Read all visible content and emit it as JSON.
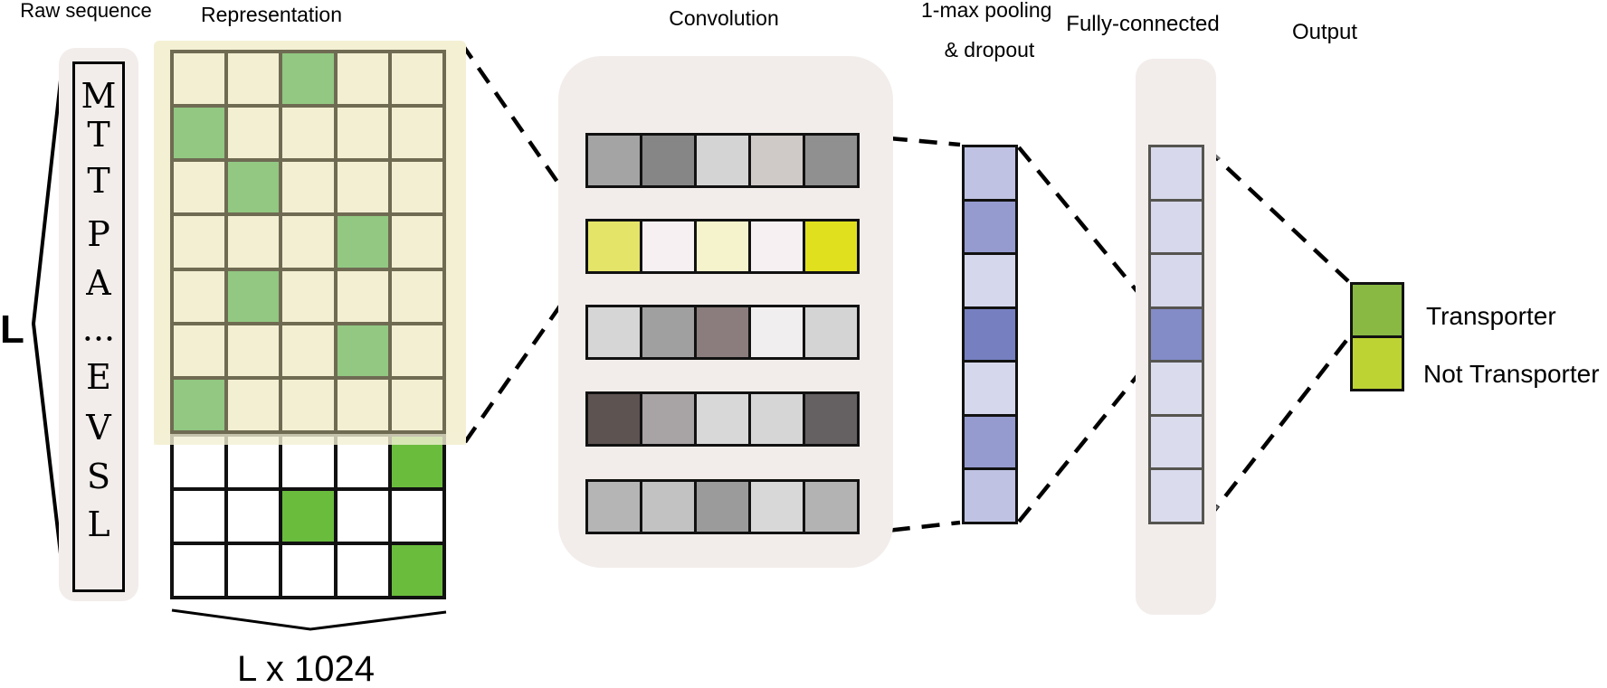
{
  "labels": {
    "raw_sequence": "Raw sequence",
    "representation": "Representation",
    "convolution": "Convolution",
    "pooling_line1": "1-max pooling",
    "pooling_line2": "& dropout",
    "fully_connected": "Fully-connected",
    "output": "Output",
    "length_symbol": "L",
    "dimension_label": "L x 1024"
  },
  "sequence": {
    "letters": [
      "M",
      "T",
      "T",
      "P",
      "A",
      "···",
      "E",
      "V",
      "S",
      "L"
    ]
  },
  "representation": {
    "upper_grid": {
      "rows": 7,
      "cols": 5,
      "green_cells": [
        [
          1,
          3
        ],
        [
          2,
          1
        ],
        [
          3,
          2
        ],
        [
          4,
          4
        ],
        [
          5,
          2
        ],
        [
          6,
          4
        ],
        [
          7,
          1
        ]
      ]
    },
    "lower_grid": {
      "rows": 3,
      "cols": 5,
      "green_cells": [
        [
          1,
          5
        ],
        [
          2,
          3
        ],
        [
          3,
          5
        ]
      ]
    }
  },
  "convolution": {
    "rows": [
      [
        "#a4a4a4",
        "#868686",
        "#d4d4d4",
        "#cfc9c7",
        "#909090"
      ],
      [
        "#e4e468",
        "#f7f0f2",
        "#f4f3cb",
        "#f7f0f2",
        "#e0e01e"
      ],
      [
        "#d6d6d6",
        "#a0a0a0",
        "#8b7d7d",
        "#f0eeee",
        "#d4d4d4"
      ],
      [
        "#5d5351",
        "#a8a3a4",
        "#d8d8d8",
        "#d6d6d6",
        "#656061"
      ],
      [
        "#b5b5b5",
        "#c2c2c2",
        "#9b9b9b",
        "#d8d8d8",
        "#b3b3b3"
      ]
    ]
  },
  "pooling": {
    "cells": [
      "#bfc2e2",
      "#959bce",
      "#d5d7ec",
      "#7680c0",
      "#d5d7ec",
      "#959bce",
      "#bfc2e2"
    ]
  },
  "fully_connected": {
    "cells": [
      "#d7d8eb",
      "#d7d8eb",
      "#d7d8eb",
      "#838cc7",
      "#dadbed",
      "#dadbed",
      "#dadbed"
    ]
  },
  "output": {
    "classes": [
      {
        "label": "Transporter",
        "color": "#89b843"
      },
      {
        "label": "Not Transporter",
        "color": "#bdd334"
      }
    ]
  },
  "colors": {
    "panel_bg": "#f2edeb",
    "yellow_bg": "#f4f0d4",
    "upper_cell": "#f3efd3",
    "upper_green": "#92c882",
    "upper_line": "#6f6b53",
    "lower_cell": "#ffffff",
    "lower_green": "#6abc3d",
    "lower_line": "#111111",
    "fc_border": "#55544f",
    "cell_border": "#111111"
  }
}
